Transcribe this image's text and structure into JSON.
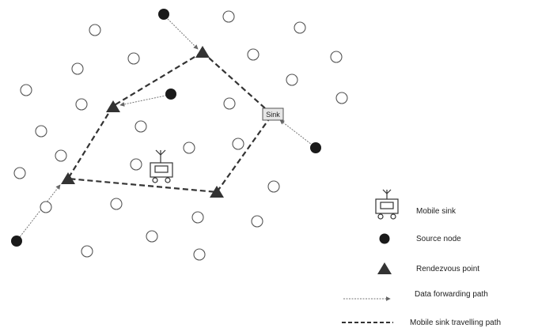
{
  "diagram": {
    "sink_label": "Sink",
    "colors": {
      "node_stroke": "#555555",
      "source_fill": "#1a1a1a",
      "rendezvous_fill": "#333333",
      "travel_path": "#333333",
      "forward_path": "#777777",
      "sink_box_fill": "#e6e6e6"
    }
  },
  "legend": {
    "mobile_sink": "Mobile sink",
    "source_node": "Source node",
    "rendezvous_point": "Rendezvous point",
    "data_forwarding_path": "Data forwarding path",
    "mobile_sink_travelling_path": "Mobile sink travelling path"
  }
}
